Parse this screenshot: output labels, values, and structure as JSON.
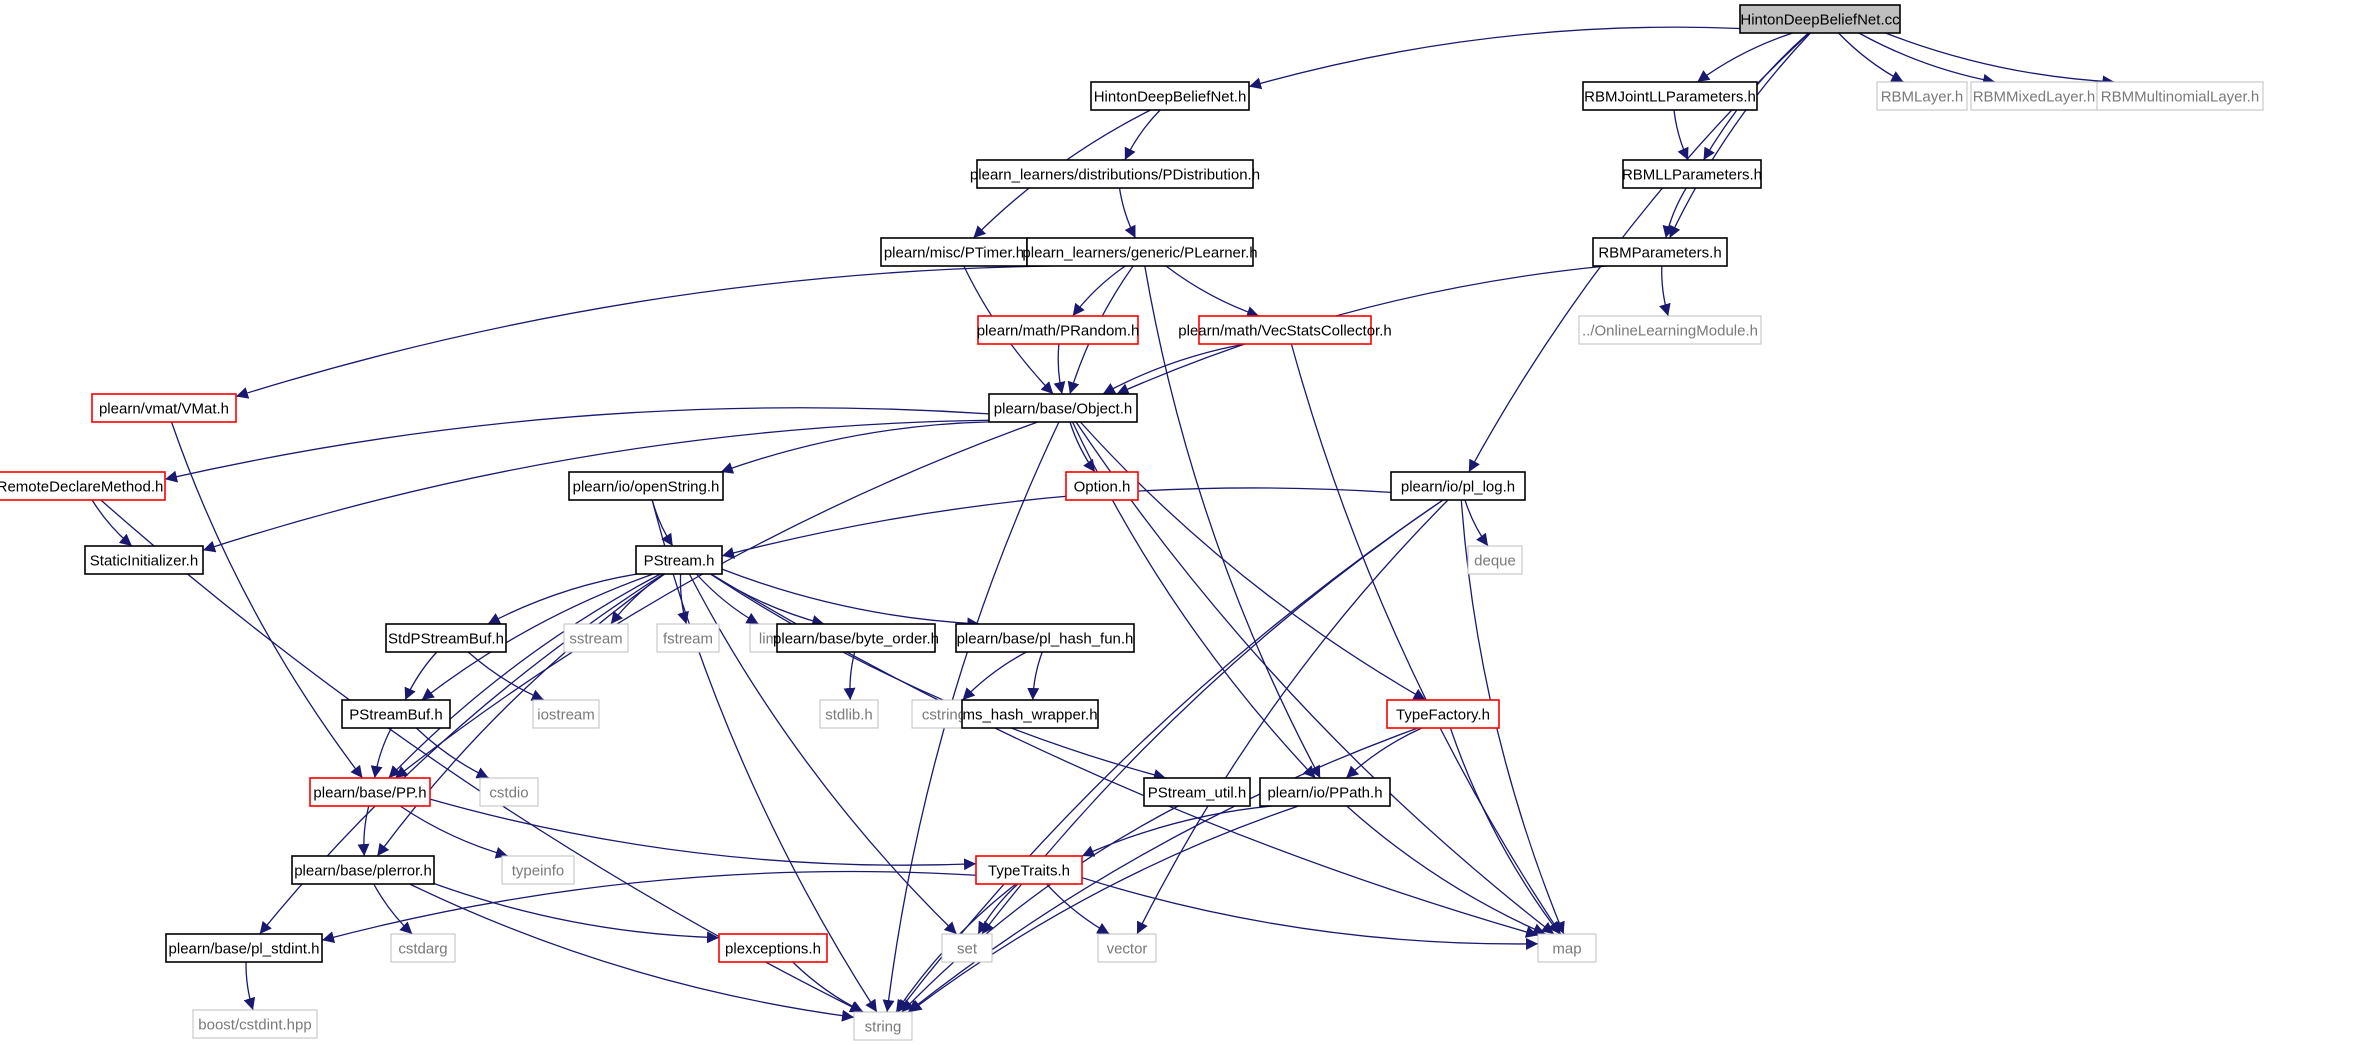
{
  "graph": {
    "root": "HintonDeepBeliefNet.cc",
    "nodes": [
      {
        "id": "root",
        "label": "HintonDeepBeliefNet.cc",
        "style": "root"
      },
      {
        "id": "hdbn_h",
        "label": "HintonDeepBeliefNet.h",
        "style": "normal"
      },
      {
        "id": "rbmjoint",
        "label": "RBMJointLLParameters.h",
        "style": "normal"
      },
      {
        "id": "rbmlayer",
        "label": "RBMLayer.h",
        "style": "external"
      },
      {
        "id": "rbmmixed",
        "label": "RBMMixedLayer.h",
        "style": "external"
      },
      {
        "id": "rbmmulti",
        "label": "RBMMultinomialLayer.h",
        "style": "external"
      },
      {
        "id": "pdist",
        "label": "plearn_learners/distributions/PDistribution.h",
        "style": "normal"
      },
      {
        "id": "rbmll",
        "label": "RBMLLParameters.h",
        "style": "normal"
      },
      {
        "id": "ptimer",
        "label": "plearn/misc/PTimer.h",
        "style": "normal"
      },
      {
        "id": "plearner",
        "label": "plearn_learners/generic/PLearner.h",
        "style": "normal"
      },
      {
        "id": "rbmparams",
        "label": "RBMParameters.h",
        "style": "normal"
      },
      {
        "id": "prandom",
        "label": "plearn/math/PRandom.h",
        "style": "truncated"
      },
      {
        "id": "vecstats",
        "label": "plearn/math/VecStatsCollector.h",
        "style": "truncated"
      },
      {
        "id": "online",
        "label": "../OnlineLearningModule.h",
        "style": "external"
      },
      {
        "id": "vmat",
        "label": "plearn/vmat/VMat.h",
        "style": "truncated"
      },
      {
        "id": "object",
        "label": "plearn/base/Object.h",
        "style": "normal"
      },
      {
        "id": "remote",
        "label": "RemoteDeclareMethod.h",
        "style": "truncated"
      },
      {
        "id": "openstring",
        "label": "plearn/io/openString.h",
        "style": "normal"
      },
      {
        "id": "option",
        "label": "Option.h",
        "style": "truncated"
      },
      {
        "id": "pllog",
        "label": "plearn/io/pl_log.h",
        "style": "normal"
      },
      {
        "id": "staticinit",
        "label": "StaticInitializer.h",
        "style": "normal"
      },
      {
        "id": "deque",
        "label": "deque",
        "style": "external"
      },
      {
        "id": "pstream",
        "label": "PStream.h",
        "style": "normal"
      },
      {
        "id": "stdpsbuf",
        "label": "StdPStreamBuf.h",
        "style": "normal"
      },
      {
        "id": "sstream",
        "label": "sstream",
        "style": "external"
      },
      {
        "id": "fstream",
        "label": "fstream",
        "style": "external"
      },
      {
        "id": "limits",
        "label": "limits",
        "style": "external"
      },
      {
        "id": "byteorder",
        "label": "plearn/base/byte_order.h",
        "style": "normal"
      },
      {
        "id": "hashfun",
        "label": "plearn/base/pl_hash_fun.h",
        "style": "normal"
      },
      {
        "id": "iostream",
        "label": "iostream",
        "style": "external"
      },
      {
        "id": "stdlib",
        "label": "stdlib.h",
        "style": "external"
      },
      {
        "id": "cstring",
        "label": "cstring",
        "style": "external"
      },
      {
        "id": "mshash",
        "label": "ms_hash_wrapper.h",
        "style": "normal"
      },
      {
        "id": "typefactory",
        "label": "TypeFactory.h",
        "style": "truncated"
      },
      {
        "id": "psbuf",
        "label": "PStreamBuf.h",
        "style": "normal"
      },
      {
        "id": "cstdio",
        "label": "cstdio",
        "style": "external"
      },
      {
        "id": "pp",
        "label": "plearn/base/PP.h",
        "style": "truncated"
      },
      {
        "id": "psutil",
        "label": "PStream_util.h",
        "style": "normal"
      },
      {
        "id": "ppath",
        "label": "plearn/io/PPath.h",
        "style": "normal"
      },
      {
        "id": "typeinfo",
        "label": "typeinfo",
        "style": "external"
      },
      {
        "id": "plerror",
        "label": "plearn/base/plerror.h",
        "style": "normal"
      },
      {
        "id": "typetraits",
        "label": "TypeTraits.h",
        "style": "truncated"
      },
      {
        "id": "plstdint",
        "label": "plearn/base/pl_stdint.h",
        "style": "normal"
      },
      {
        "id": "cstdarg",
        "label": "cstdarg",
        "style": "external"
      },
      {
        "id": "plexceptions",
        "label": "plexceptions.h",
        "style": "truncated"
      },
      {
        "id": "set",
        "label": "set",
        "style": "external"
      },
      {
        "id": "vector",
        "label": "vector",
        "style": "external"
      },
      {
        "id": "map",
        "label": "map",
        "style": "external"
      },
      {
        "id": "boostcstdint",
        "label": "boost/cstdint.hpp",
        "style": "external"
      },
      {
        "id": "string",
        "label": "string",
        "style": "external"
      }
    ],
    "edges": [
      [
        "root",
        "hdbn_h"
      ],
      [
        "root",
        "rbmjoint"
      ],
      [
        "root",
        "rbmlayer"
      ],
      [
        "root",
        "rbmmixed"
      ],
      [
        "root",
        "rbmmulti"
      ],
      [
        "root",
        "rbmll"
      ],
      [
        "root",
        "rbmparams"
      ],
      [
        "root",
        "pllog"
      ],
      [
        "rbmjoint",
        "rbmll"
      ],
      [
        "rbmll",
        "rbmparams"
      ],
      [
        "hdbn_h",
        "pdist"
      ],
      [
        "hdbn_h",
        "ptimer"
      ],
      [
        "pdist",
        "plearner"
      ],
      [
        "plearner",
        "prandom"
      ],
      [
        "plearner",
        "vecstats"
      ],
      [
        "plearner",
        "vmat"
      ],
      [
        "plearner",
        "object"
      ],
      [
        "plearner",
        "ppath"
      ],
      [
        "ptimer",
        "object"
      ],
      [
        "prandom",
        "object"
      ],
      [
        "vecstats",
        "object"
      ],
      [
        "vecstats",
        "map"
      ],
      [
        "rbmparams",
        "online"
      ],
      [
        "rbmparams",
        "object"
      ],
      [
        "vmat",
        "pp"
      ],
      [
        "object",
        "remote"
      ],
      [
        "object",
        "staticinit"
      ],
      [
        "object",
        "openstring"
      ],
      [
        "object",
        "option"
      ],
      [
        "object",
        "pp"
      ],
      [
        "object",
        "ppath"
      ],
      [
        "object",
        "typefactory"
      ],
      [
        "object",
        "map"
      ],
      [
        "object",
        "string"
      ],
      [
        "remote",
        "staticinit"
      ],
      [
        "remote",
        "string"
      ],
      [
        "openstring",
        "pstream"
      ],
      [
        "openstring",
        "string"
      ],
      [
        "pllog",
        "pstream"
      ],
      [
        "pllog",
        "deque"
      ],
      [
        "pllog",
        "set"
      ],
      [
        "pllog",
        "vector"
      ],
      [
        "pllog",
        "map"
      ],
      [
        "pllog",
        "string"
      ],
      [
        "pstream",
        "stdpsbuf"
      ],
      [
        "pstream",
        "psbuf"
      ],
      [
        "pstream",
        "sstream"
      ],
      [
        "pstream",
        "fstream"
      ],
      [
        "pstream",
        "limits"
      ],
      [
        "pstream",
        "byteorder"
      ],
      [
        "pstream",
        "hashfun"
      ],
      [
        "pstream",
        "psutil"
      ],
      [
        "pstream",
        "pp"
      ],
      [
        "pstream",
        "plerror"
      ],
      [
        "pstream",
        "plstdint"
      ],
      [
        "pstream",
        "set"
      ],
      [
        "pstream",
        "map"
      ],
      [
        "stdpsbuf",
        "psbuf"
      ],
      [
        "stdpsbuf",
        "iostream"
      ],
      [
        "byteorder",
        "stdlib"
      ],
      [
        "hashfun",
        "cstring"
      ],
      [
        "hashfun",
        "mshash"
      ],
      [
        "psbuf",
        "pp"
      ],
      [
        "psbuf",
        "cstdio"
      ],
      [
        "pp",
        "plerror"
      ],
      [
        "pp",
        "typeinfo"
      ],
      [
        "pp",
        "typetraits"
      ],
      [
        "typefactory",
        "ppath"
      ],
      [
        "typefactory",
        "map"
      ],
      [
        "typefactory",
        "string"
      ],
      [
        "ppath",
        "typetraits"
      ],
      [
        "ppath",
        "map"
      ],
      [
        "ppath",
        "string"
      ],
      [
        "psutil",
        "string"
      ],
      [
        "plerror",
        "cstdarg"
      ],
      [
        "plerror",
        "plexceptions"
      ],
      [
        "plerror",
        "string"
      ],
      [
        "typetraits",
        "plstdint"
      ],
      [
        "typetraits",
        "set"
      ],
      [
        "typetraits",
        "vector"
      ],
      [
        "typetraits",
        "map"
      ],
      [
        "typetraits",
        "string"
      ],
      [
        "plexceptions",
        "string"
      ],
      [
        "plstdint",
        "boostcstdint"
      ]
    ],
    "colors": {
      "edge": "#191970",
      "normal_border": "#000000",
      "truncated_border": "#ff0000",
      "external_border": "#bfbfbf",
      "root_fill": "#bfbfbf",
      "node_fill": "#ffffff"
    }
  }
}
